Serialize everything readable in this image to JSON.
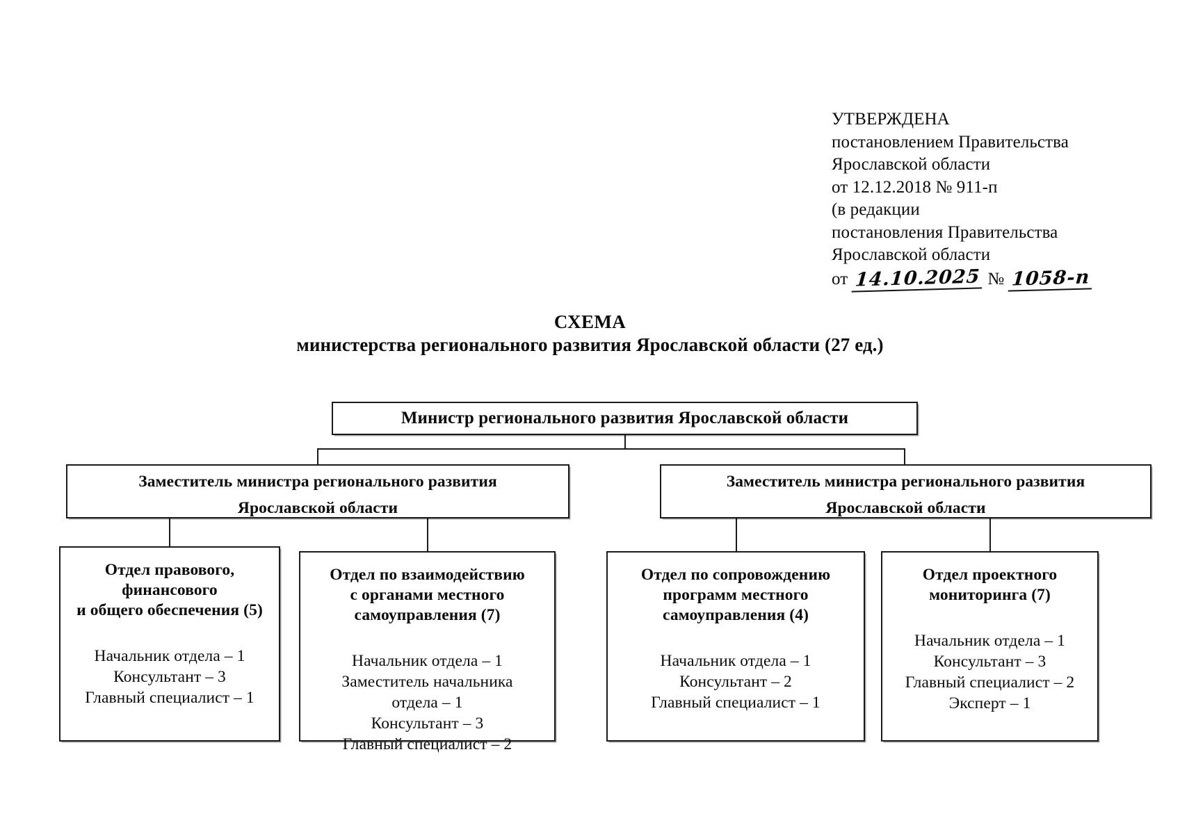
{
  "approval": {
    "lines": [
      "УТВЕРЖДЕНА",
      "постановлением Правительства",
      "Ярославской области",
      "от 12.12.2018 № 911-п",
      "(в редакции",
      "постановления Правительства",
      "Ярославской области"
    ],
    "handwritten": {
      "ot_label": "от",
      "date": "14.10.2025",
      "number_label": "№",
      "number": "1058-п"
    }
  },
  "document": {
    "title": "СХЕМА",
    "subtitle": "министерства регионального развития Ярославской области (27 ед.)"
  },
  "chart_data": {
    "type": "diagram",
    "title": "СХЕМА министерства регионального развития Ярославской области (27 ед.)",
    "total_units": 27,
    "nodes": {
      "minister": {
        "title": "Министр регионального развития Ярославской области"
      },
      "deputy_left": {
        "title_line1": "Заместитель министра регионального развития",
        "title_line2": "Ярославской области"
      },
      "deputy_right": {
        "title_line1": "Заместитель министра регионального развития",
        "title_line2": "Ярославской области"
      },
      "dept_legal": {
        "title_lines": [
          "Отдел правового,",
          "финансового",
          "и общего обеспечения (5)"
        ],
        "count": 5,
        "staff": [
          "Начальник отдела – 1",
          "Консультант – 3",
          "Главный специалист – 1"
        ]
      },
      "dept_local": {
        "title_lines": [
          "Отдел по взаимодействию",
          "с органами местного",
          "самоуправления (7)"
        ],
        "count": 7,
        "staff": [
          "Начальник отдела – 1",
          "Заместитель начальника",
          "отдела – 1",
          "Консультант – 3",
          "Главный специалист – 2"
        ]
      },
      "dept_support": {
        "title_lines": [
          "Отдел по сопровождению",
          "программ местного",
          "самоуправления (4)"
        ],
        "count": 4,
        "staff": [
          "Начальник отдела – 1",
          "Консультант – 2",
          "Главный специалист – 1"
        ]
      },
      "dept_project": {
        "title_lines": [
          "Отдел проектного",
          "мониторинга (7)"
        ],
        "count": 7,
        "staff": [
          "Начальник отдела – 1",
          "Консультант – 3",
          "Главный специалист – 2",
          "Эксперт – 1"
        ]
      }
    },
    "edges": [
      {
        "from": "minister",
        "to": "deputy_left"
      },
      {
        "from": "minister",
        "to": "deputy_right"
      },
      {
        "from": "deputy_left",
        "to": "dept_legal"
      },
      {
        "from": "deputy_left",
        "to": "dept_local"
      },
      {
        "from": "deputy_right",
        "to": "dept_support"
      },
      {
        "from": "deputy_right",
        "to": "dept_project"
      }
    ]
  }
}
